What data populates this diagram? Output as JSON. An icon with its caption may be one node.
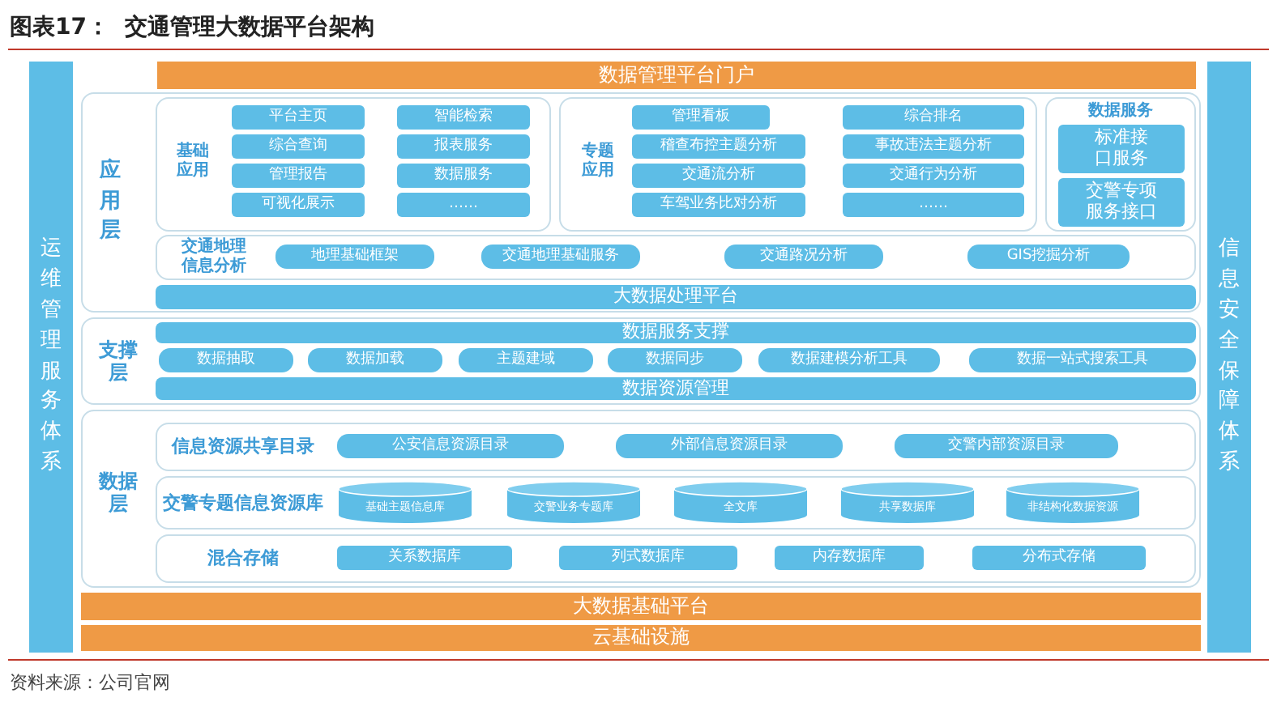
{
  "diagram": {
    "title": "图表17：  交通管理大数据平台架构",
    "caption": "资料来源：公司官网",
    "nodes": [
      {
        "text": [
          "数据管理平台门户"
        ]
      },
      {
        "text": [
          "运维管理服务体系"
        ]
      },
      {
        "text": [
          "信息安全保障体系"
        ]
      },
      {
        "text": [
          "应用层"
        ]
      },
      {
        "text": [
          "基础应用"
        ],
        "in": 3
      },
      {
        "text": [
          "平台主页"
        ],
        "in": 4
      },
      {
        "text": [
          "智能检索"
        ],
        "in": 4
      },
      {
        "text": [
          "综合查询"
        ],
        "in": 4
      },
      {
        "text": [
          "报表服务"
        ],
        "in": 4
      },
      {
        "text": [
          "管理报告"
        ],
        "in": 4
      },
      {
        "text": [
          "数据服务"
        ],
        "in": 4
      },
      {
        "text": [
          "可视化展示"
        ],
        "in": 4
      },
      {
        "text": [
          "……"
        ],
        "in": 4
      },
      {
        "text": [
          "专题应用"
        ],
        "in": 3
      },
      {
        "text": [
          "管理看板"
        ],
        "in": 13
      },
      {
        "text": [
          "综合排名"
        ],
        "in": 13
      },
      {
        "text": [
          "稽查布控主题分析"
        ],
        "in": 13
      },
      {
        "text": [
          "事故违法主题分析"
        ],
        "in": 13
      },
      {
        "text": [
          "交通流分析"
        ],
        "in": 13
      },
      {
        "text": [
          "交通行为分析"
        ],
        "in": 13
      },
      {
        "text": [
          "车驾业务比对分析"
        ],
        "in": 13
      },
      {
        "text": [
          "……"
        ],
        "in": 13
      },
      {
        "text": [
          "数据服务"
        ],
        "in": 3
      },
      {
        "text": [
          "标准接口服务"
        ],
        "in": 22
      },
      {
        "text": [
          "交警专项服务接口"
        ],
        "in": 22
      },
      {
        "text": [
          "交通地理信息分析"
        ],
        "in": 3
      },
      {
        "text": [
          "地理基础框架"
        ],
        "in": 25
      },
      {
        "text": [
          "交通地理基础服务"
        ],
        "in": 25
      },
      {
        "text": [
          "交通路况分析"
        ],
        "in": 25
      },
      {
        "text": [
          "GIS挖掘分析"
        ],
        "in": 25
      },
      {
        "text": [
          "大数据处理平台"
        ],
        "in": 3
      },
      {
        "text": [
          "支撑层"
        ]
      },
      {
        "text": [
          "数据服务支撑"
        ],
        "in": 31
      },
      {
        "text": [
          "数据抽取"
        ],
        "in": 31
      },
      {
        "text": [
          "数据加载"
        ],
        "in": 31
      },
      {
        "text": [
          "主题建域"
        ],
        "in": 31
      },
      {
        "text": [
          "数据同步"
        ],
        "in": 31
      },
      {
        "text": [
          "数据建模分析工具"
        ],
        "in": 31
      },
      {
        "text": [
          "数据一站式搜索工具"
        ],
        "in": 31
      },
      {
        "text": [
          "数据资源管理"
        ],
        "in": 31
      },
      {
        "text": [
          "数据层"
        ]
      },
      {
        "text": [
          "信息资源共享目录"
        ],
        "in": 40
      },
      {
        "text": [
          "公安信息资源目录"
        ],
        "in": 41
      },
      {
        "text": [
          "外部信息资源目录"
        ],
        "in": 41
      },
      {
        "text": [
          "交警内部资源目录"
        ],
        "in": 41
      },
      {
        "text": [
          "交警专题信息资源库"
        ],
        "in": 40
      },
      {
        "text": [
          "基础主题信息库"
        ],
        "in": 45
      },
      {
        "text": [
          "交警业务专题库"
        ],
        "in": 45
      },
      {
        "text": [
          "全文库"
        ],
        "in": 45
      },
      {
        "text": [
          "共享数据库"
        ],
        "in": 45
      },
      {
        "text": [
          "非结构化数据资源"
        ],
        "in": 45
      },
      {
        "text": [
          "混合存储"
        ],
        "in": 40
      },
      {
        "text": [
          "关系数据库"
        ],
        "in": 51
      },
      {
        "text": [
          "列式数据库"
        ],
        "in": 51
      },
      {
        "text": [
          "内存数据库"
        ],
        "in": 51
      },
      {
        "text": [
          "分布式存储"
        ],
        "in": 51
      },
      {
        "text": [
          "大数据基础平台"
        ]
      },
      {
        "text": [
          "云基础设施"
        ]
      }
    ]
  }
}
